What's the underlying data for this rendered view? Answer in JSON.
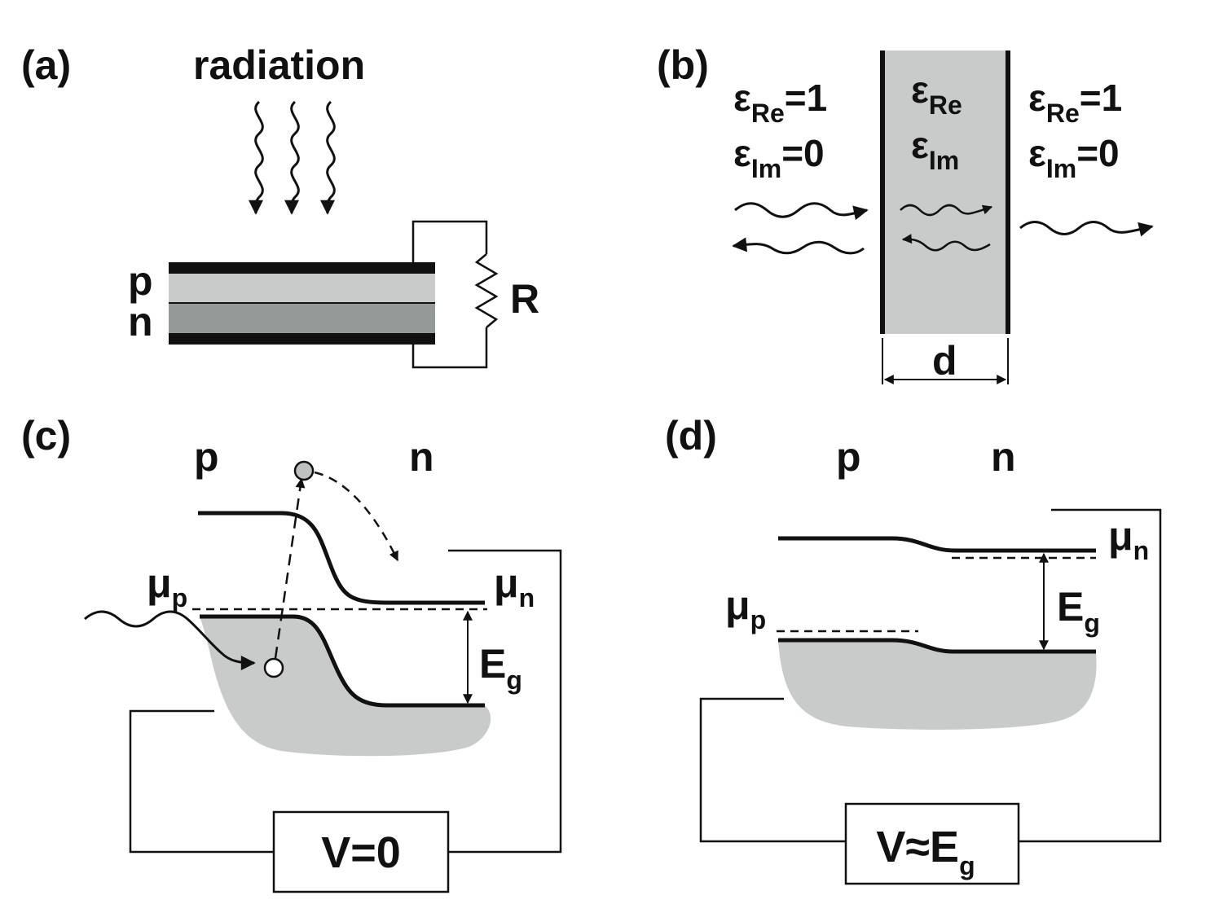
{
  "panel_a": {
    "tag": "(a)",
    "radiation": "radiation",
    "p": "p",
    "n": "n",
    "resistor": "R"
  },
  "panel_b": {
    "tag": "(b)",
    "eps": "ε",
    "eq1": "=1",
    "eq0": "=0",
    "sub_re": "Re",
    "sub_im": "Im",
    "thickness": "d"
  },
  "panel_c": {
    "tag": "(c)",
    "p": "p",
    "n": "n",
    "mu": "μ",
    "sub_p": "p",
    "sub_n": "n",
    "eg": "E",
    "sub_g": "g",
    "voltage": "V=0"
  },
  "panel_d": {
    "tag": "(d)",
    "p": "p",
    "n": "n",
    "mu": "μ",
    "sub_p": "p",
    "sub_n": "n",
    "eg": "E",
    "sub_g": "g",
    "voltage": "V≈E"
  },
  "colors": {
    "ink": "#111111",
    "layer_p": "#c8cbca",
    "layer_n": "#959a98",
    "slab": "#c9cbca",
    "valence_fill": "#c9cbca",
    "particle": "#bfc1c0"
  }
}
